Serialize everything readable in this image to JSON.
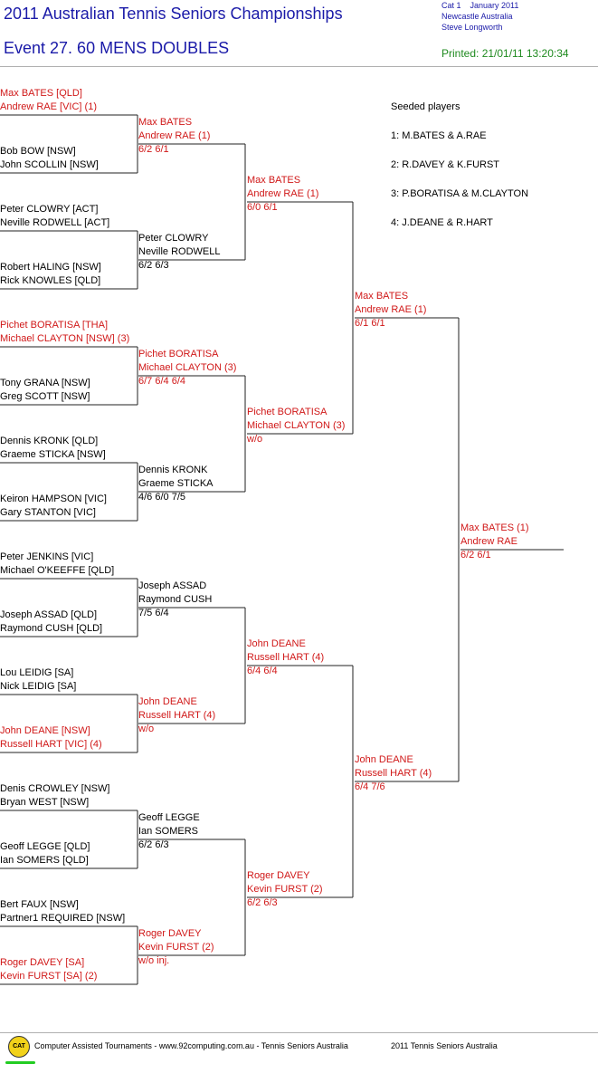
{
  "header": {
    "title": "2011 Australian Tennis Seniors Championships",
    "event": "Event 27. 60 MENS DOUBLES",
    "cat": "Cat 1",
    "month": "January 2011",
    "location": "Newcastle   Australia",
    "referee": "Steve Longworth",
    "printed": "Printed: 21/01/11 13:20:34"
  },
  "seeds": {
    "title": "Seeded players",
    "items": [
      "1: M.BATES & A.RAE",
      "2: R.DAVEY & K.FURST",
      "3: P.BORATISA & M.CLAYTON",
      "4: J.DEANE & R.HART"
    ]
  },
  "round1": [
    {
      "p1": "Max BATES [QLD]",
      "p2": "Andrew RAE [VIC] (1)",
      "winner": true
    },
    {
      "p1": "Bob BOW [NSW]",
      "p2": "John SCOLLIN [NSW]",
      "winner": false
    },
    {
      "p1": "Peter CLOWRY [ACT]",
      "p2": "Neville RODWELL [ACT]",
      "winner": false
    },
    {
      "p1": "Robert HALING [NSW]",
      "p2": "Rick KNOWLES [QLD]",
      "winner": false
    },
    {
      "p1": "Pichet BORATISA [THA]",
      "p2": "Michael CLAYTON [NSW] (3)",
      "winner": true
    },
    {
      "p1": "Tony GRANA [NSW]",
      "p2": "Greg SCOTT [NSW]",
      "winner": false
    },
    {
      "p1": "Dennis KRONK [QLD]",
      "p2": "Graeme STICKA [NSW]",
      "winner": false
    },
    {
      "p1": "Keiron HAMPSON [VIC]",
      "p2": "Gary STANTON [VIC]",
      "winner": false
    },
    {
      "p1": "Peter JENKINS [VIC]",
      "p2": "Michael O'KEEFFE [QLD]",
      "winner": false
    },
    {
      "p1": "Joseph ASSAD [QLD]",
      "p2": "Raymond CUSH [QLD]",
      "winner": false
    },
    {
      "p1": "Lou LEIDIG [SA]",
      "p2": "Nick LEIDIG [SA]",
      "winner": false
    },
    {
      "p1": "John DEANE [NSW]",
      "p2": "Russell HART [VIC] (4)",
      "winner": true
    },
    {
      "p1": "Denis CROWLEY [NSW]",
      "p2": "Bryan WEST [NSW]",
      "winner": false
    },
    {
      "p1": "Geoff LEGGE [QLD]",
      "p2": "Ian SOMERS [QLD]",
      "winner": false
    },
    {
      "p1": "Bert FAUX [NSW]",
      "p2": "Partner1 REQUIRED [NSW]",
      "winner": false
    },
    {
      "p1": "Roger DAVEY [SA]",
      "p2": "Kevin FURST [SA] (2)",
      "winner": true
    }
  ],
  "round2": [
    {
      "p1": "Max BATES",
      "p2": "Andrew RAE (1)",
      "score": "6/2 6/1",
      "winner": true
    },
    {
      "p1": "Peter CLOWRY",
      "p2": "Neville RODWELL",
      "score": "6/2 6/3",
      "winner": false
    },
    {
      "p1": "Pichet BORATISA",
      "p2": "Michael CLAYTON (3)",
      "score": "6/7 6/4 6/4",
      "winner": true
    },
    {
      "p1": "Dennis KRONK",
      "p2": "Graeme STICKA",
      "score": "4/6 6/0 7/5",
      "winner": false
    },
    {
      "p1": "Joseph ASSAD",
      "p2": "Raymond CUSH",
      "score": "7/5 6/4",
      "winner": false
    },
    {
      "p1": "John DEANE",
      "p2": "Russell HART (4)",
      "score": "w/o",
      "winner": true
    },
    {
      "p1": "Geoff LEGGE",
      "p2": "Ian SOMERS",
      "score": "6/2 6/3",
      "winner": false
    },
    {
      "p1": "Roger DAVEY",
      "p2": "Kevin FURST (2)",
      "score": "w/o inj.",
      "winner": true
    }
  ],
  "round3": [
    {
      "p1": "Max BATES",
      "p2": "Andrew RAE (1)",
      "score": "6/0 6/1",
      "winner": true
    },
    {
      "p1": "Pichet BORATISA",
      "p2": "Michael CLAYTON (3)",
      "score": "w/o",
      "winner": true
    },
    {
      "p1": "John DEANE",
      "p2": "Russell HART (4)",
      "score": "6/4 6/4",
      "winner": true
    },
    {
      "p1": "Roger DAVEY",
      "p2": "Kevin FURST (2)",
      "score": "6/2 6/3",
      "winner": true
    }
  ],
  "round4": [
    {
      "p1": "Max BATES",
      "p2": "Andrew RAE (1)",
      "score": "6/1 6/1",
      "winner": true
    },
    {
      "p1": "John DEANE",
      "p2": "Russell HART (4)",
      "score": "6/4 7/6",
      "winner": true
    }
  ],
  "final": {
    "p1": "Max BATES (1)",
    "p2": "Andrew RAE",
    "score": "6/2 6/1",
    "winner": true
  },
  "footer": {
    "logo": "CAT",
    "left": "Computer Assisted Tournaments - www.92computing.com.au -  Tennis Seniors Australia",
    "right": "2011 Tennis Seniors Australia"
  }
}
